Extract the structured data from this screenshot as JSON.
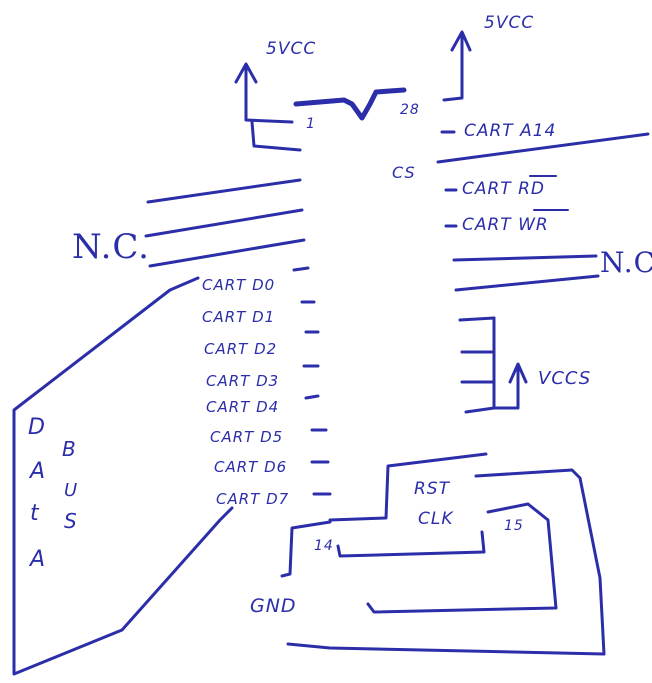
{
  "diagram": {
    "ink_color": "#2b2ea8",
    "power_left": "5VCC",
    "power_right": "5VCC",
    "pin1": "1",
    "pin28": "28",
    "pin14": "14",
    "pin15": "15",
    "right_pins": {
      "cart_a14": "CART A14",
      "cs": "CS",
      "cart_rd": "CART RD",
      "cart_wr": "CART WR",
      "rst": "RST",
      "clk": "CLK"
    },
    "left_pins": [
      "CART D0",
      "CART D1",
      "CART D2",
      "CART D3",
      "CART D4",
      "CART D5",
      "CART D6",
      "CART D7"
    ],
    "nc_left": "N.C.",
    "nc_right": "N.C.",
    "vccs": "VCCS",
    "gnd": "GND",
    "bus_data": [
      "D",
      "A",
      "t",
      "A"
    ],
    "bus_word": [
      "B",
      "U",
      "S"
    ]
  }
}
